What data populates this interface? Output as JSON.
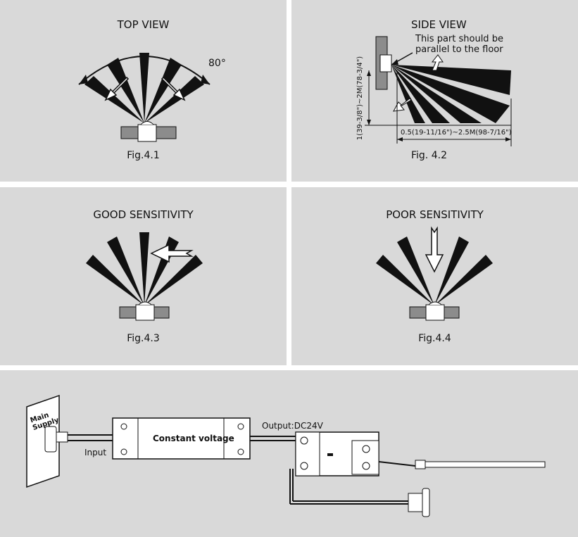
{
  "panels": {
    "top_view": {
      "title": "TOP VIEW",
      "angle": "80°",
      "caption": "Fig.4.1"
    },
    "side_view": {
      "title": "SIDE VIEW",
      "note_line1": "This part should be",
      "note_line2": "parallel to the floor",
      "height_label": "1(39-3/8\")~2M(78-3/4\")",
      "distance_label": "0.5(19-11/16\")~2.5M(98-7/16\")",
      "caption": "Fig. 4.2"
    },
    "good": {
      "title": "GOOD SENSITIVITY",
      "caption": "Fig.4.3"
    },
    "poor": {
      "title": "POOR SENSITIVITY",
      "caption": "Fig.4.4"
    },
    "wiring": {
      "main_supply": "Main Supply",
      "input": "Input",
      "driver": "Constant voltage",
      "output": "Output:DC24V"
    }
  },
  "colors": {
    "panel_bg": "#d9d9d9",
    "ink": "#111111",
    "sensor": "#8c8c8c"
  }
}
